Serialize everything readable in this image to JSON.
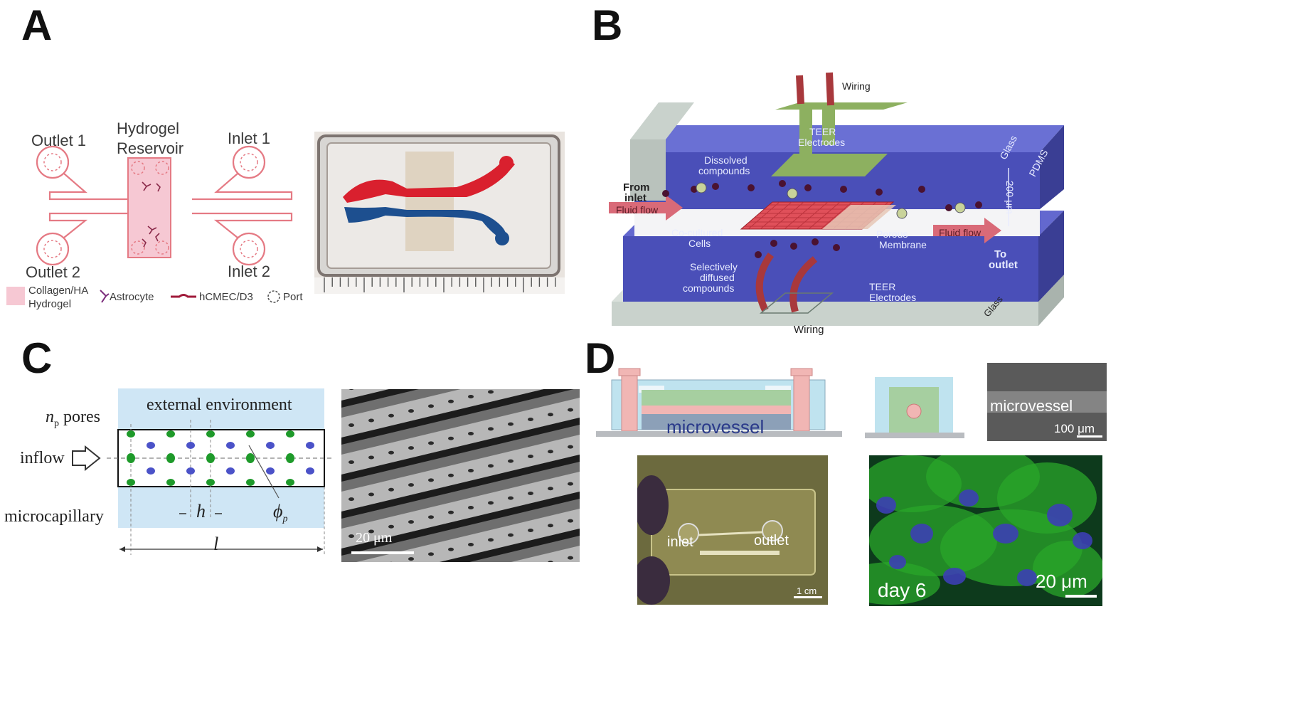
{
  "figure": {
    "panels": [
      {
        "letter": "A"
      },
      {
        "letter": "B"
      },
      {
        "letter": "C"
      },
      {
        "letter": "D"
      }
    ]
  },
  "panel_a": {
    "outlet1": "Outlet 1",
    "outlet2": "Outlet 2",
    "inlet1": "Inlet 1",
    "inlet2": "Inlet 2",
    "reservoir_line1": "Hydrogel",
    "reservoir_line2": "Reservoir",
    "legend": [
      {
        "label_line1": "Collagen/HA",
        "label_line2": "Hydrogel",
        "icon": "pink-square-icon"
      },
      {
        "label": "Astrocyte",
        "icon": "astrocyte-icon"
      },
      {
        "label": "hCMEC/D3",
        "icon": "endothelial-cell-icon"
      },
      {
        "label": "Port",
        "icon": "dashed-circle-icon"
      }
    ],
    "colors": {
      "outline": "#e57a84",
      "fill": "#f6c8d3",
      "red_dye": "#d9202e",
      "blue_dye": "#1d4f8f"
    }
  },
  "panel_b": {
    "wiring_top": "Wiring",
    "wiring_bottom": "Wiring",
    "teer_top_line1": "TEER",
    "teer_top_line2": "Electrodes",
    "teer_bottom_line1": "TEER",
    "teer_bottom_line2": "Electrodes",
    "dissolved_line1": "Dissolved",
    "dissolved_line2": "compounds",
    "glass_top": "Glass",
    "glass_bottom": "Glass",
    "pdms": "PDMS",
    "height_label": "200 μm",
    "from_inlet_line1": "From",
    "from_inlet_line2": "inlet",
    "fluid_flow_in": "Fluid flow",
    "fluid_flow_out": "Fluid flow",
    "to_outlet_line1": "To",
    "to_outlet_line2": "outlet",
    "cocultured_line1": "Co-cultured",
    "cocultured_line2": "Cells",
    "porous_line1": "Porous",
    "porous_line2": "Membrane",
    "selective_line1": "Selectively",
    "selective_line2": "diffused",
    "selective_line3": "compounds",
    "colors": {
      "pdms": "#4a4fb8",
      "glass": "#c9d2cc",
      "electrode": "#7fa05a",
      "wire": "#a8383c",
      "cells": "#e0505a"
    }
  },
  "panel_c": {
    "external": "external environment",
    "pores_n": "n",
    "pores_sub": "p",
    "pores_word": "pores",
    "inflow": "inflow",
    "microcapillary": "microcapillary",
    "h": "h",
    "phi": "ϕ",
    "phi_sub": "p",
    "l": "l",
    "scale": "20 μm",
    "colors": {
      "environment": "#cfe6f5",
      "green_pore": "#1e9a2a",
      "blue_pore": "#4b52c8"
    }
  },
  "panel_d": {
    "microvessel_schematic": "microvessel",
    "microvessel_sem": "microvessel",
    "scale_100": "100 μm",
    "inlet": "inlet",
    "outlet": "outlet",
    "scale_1cm": "1 cm",
    "day": "day 6",
    "scale_20": "20 μm",
    "colors": {
      "post": "#f1b6b4",
      "chamber": "#bfe3ef",
      "gel": "#a6cfa0",
      "fluor_green": "#2aa52a",
      "fluor_blue": "#3c3fb4"
    }
  }
}
